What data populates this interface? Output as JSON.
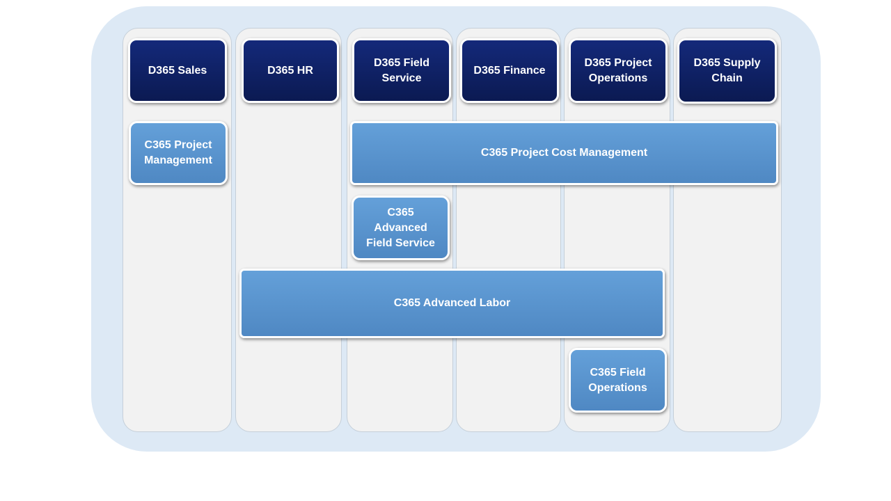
{
  "diagram": {
    "columns": [
      {
        "id": "sales",
        "label": "D365 Sales"
      },
      {
        "id": "hr",
        "label": "D365 HR"
      },
      {
        "id": "field-service",
        "label": "D365 Field Service"
      },
      {
        "id": "finance",
        "label": "D365 Finance"
      },
      {
        "id": "project-operations",
        "label": "D365 Project Operations"
      },
      {
        "id": "supply-chain",
        "label": "D365 Supply Chain"
      }
    ],
    "modules": {
      "project_management": "C365 Project Management",
      "project_cost_management": "C365 Project Cost Management",
      "advanced_field_service": "C365 Advanced Field Service",
      "advanced_labor": "C365 Advanced Labor",
      "field_operations": "C365 Field Operations"
    },
    "colors": {
      "outer_background": "#dde9f5",
      "column_background": "#f2f2f2",
      "d365_box": "#0d1f5c",
      "c365_box": "#5b96d0",
      "text": "#ffffff"
    }
  }
}
